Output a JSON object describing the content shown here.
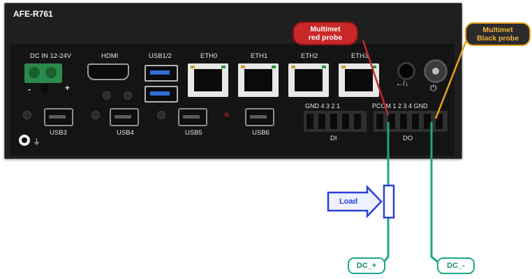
{
  "device": {
    "model": "AFE-R761",
    "labels": {
      "dc_in": "DC IN 12-24V",
      "dc_minus": "-",
      "dc_plus": "+",
      "hdmi": "HDMI",
      "usb12": "USB1/2",
      "eth0": "ETH0",
      "eth1": "ETH1",
      "eth2": "ETH2",
      "eth3": "ETH3",
      "usb3": "USB3",
      "usb4": "USB4",
      "usb5": "USB5",
      "usb6": "USB6",
      "di_pins": "GND 4  3  2  1",
      "di": "DI",
      "do_pins": "PCOM 1  2  3  4 GND",
      "do": "DO",
      "audio_icon": "←/↓",
      "power_icon": "⏻"
    }
  },
  "annotations": {
    "red_probe_line1": "Multimet",
    "red_probe_line2": "red probe",
    "black_probe_line1": "Multimet",
    "black_probe_line2": "Black probe",
    "load": "Load",
    "dc_plus": "DC_+",
    "dc_minus": "DC_-"
  },
  "colors": {
    "red_probe": "#c92828",
    "black_probe_border": "#e8a21f",
    "wire": "#1aa78a",
    "load": "#2b3fdb",
    "terminal_green": "#2a8a4a"
  },
  "icons": [
    "ground-icon",
    "headphone-mic-icon",
    "power-icon"
  ]
}
